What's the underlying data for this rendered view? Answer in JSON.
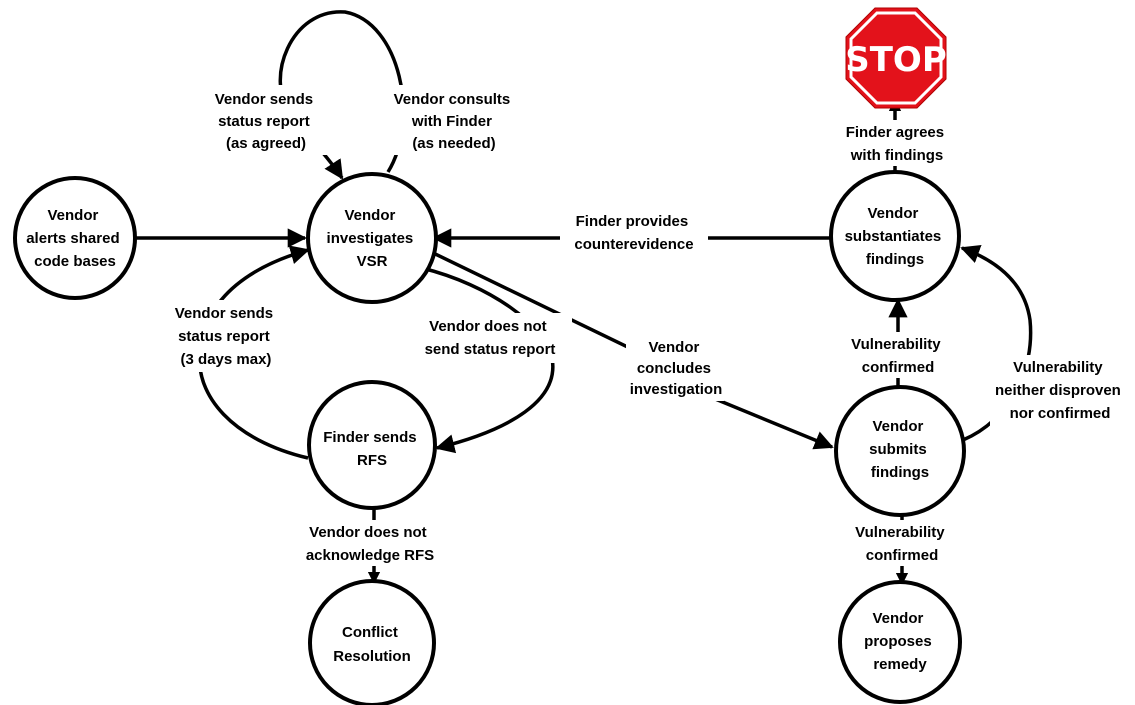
{
  "nodes": {
    "alerts": [
      "Vendor",
      "alerts shared",
      "code bases"
    ],
    "investigates": [
      "Vendor",
      "investigates",
      "VSR"
    ],
    "finder_rfs": [
      "Finder sends",
      "RFS"
    ],
    "conflict": [
      "Conflict",
      "Resolution"
    ],
    "substantiates": [
      "Vendor",
      "substantiates",
      "findings"
    ],
    "submits": [
      "Vendor",
      "submits",
      "findings"
    ],
    "proposes": [
      "Vendor",
      "proposes",
      "remedy"
    ]
  },
  "stop_sign": {
    "label": "STOP",
    "fill": "#e3121b"
  },
  "edge_labels": {
    "status_as_agreed": [
      "Vendor sends",
      "status report",
      "(as agreed)"
    ],
    "consults": [
      "Vendor consults",
      "with Finder",
      "(as needed)"
    ],
    "status_3days": [
      "Vendor sends",
      "status report",
      "(3 days max)"
    ],
    "no_status": [
      "Vendor does not",
      "send status report"
    ],
    "no_ack": [
      "Vendor does not",
      "acknowledge RFS"
    ],
    "counterevidence": [
      "Finder provides",
      "counterevidence"
    ],
    "concludes": [
      "Vendor",
      "concludes",
      "investigation"
    ],
    "agrees": [
      "Finder agrees",
      "with findings"
    ],
    "confirmed_up": [
      "Vulnerability",
      "confirmed"
    ],
    "neither": [
      "Vulnerability",
      "neither disproven",
      "nor confirmed"
    ],
    "confirmed_down": [
      "Vulnerability",
      "confirmed"
    ]
  }
}
